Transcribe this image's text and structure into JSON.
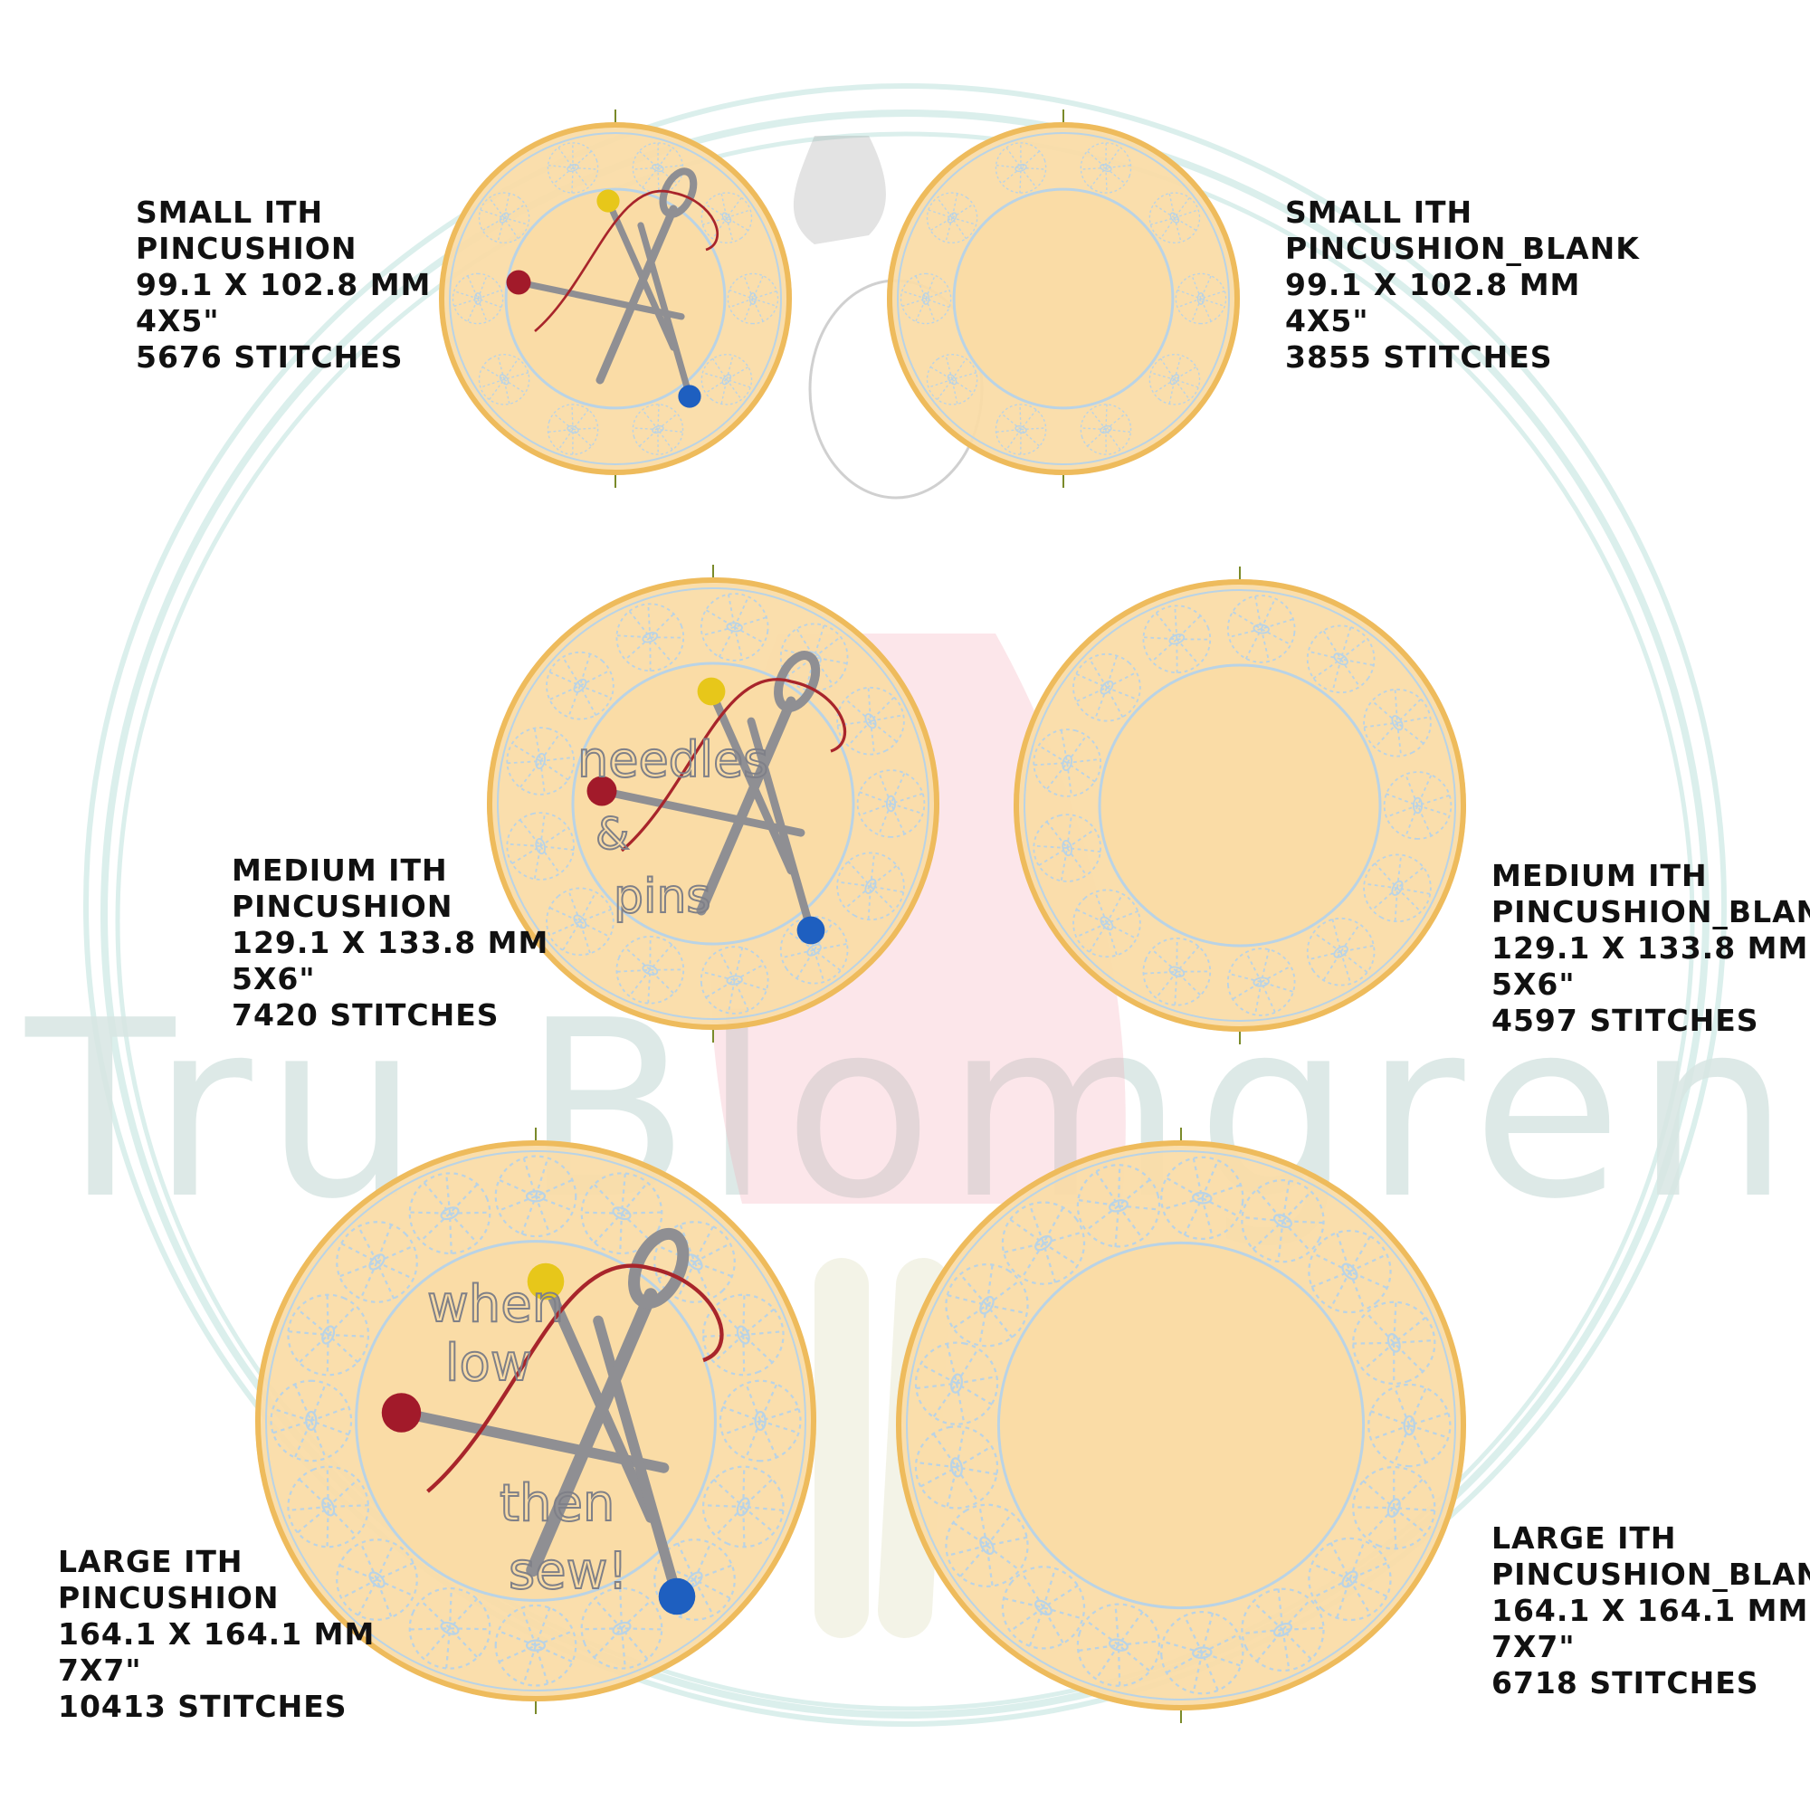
{
  "watermark": {
    "text": "Tru Blomgren"
  },
  "designs": [
    {
      "id": "small",
      "embroidery_text": [],
      "info": [
        "Small ITH",
        "pincushion",
        "99.1 x 102.8 mm",
        "4x5\"",
        "5676 stitches"
      ]
    },
    {
      "id": "small-blank",
      "embroidery_text": [],
      "info": [
        "Small ITH",
        "pincushion_blank",
        "99.1 x 102.8 mm",
        "4x5\"",
        "3855 stitches"
      ]
    },
    {
      "id": "medium",
      "embroidery_text": [
        "needles",
        "&",
        "pins"
      ],
      "info": [
        "Medium ITH",
        "pincushion",
        "129.1 x 133.8 mm",
        "5x6\"",
        "7420 stitches"
      ]
    },
    {
      "id": "medium-blank",
      "embroidery_text": [],
      "info": [
        "Medium ITH",
        "pincushion_blank",
        "129.1 x 133.8 mm",
        "5x6\"",
        "4597 stitches"
      ]
    },
    {
      "id": "large",
      "embroidery_text": [
        "when",
        "low",
        "then",
        "sew!"
      ],
      "info": [
        "Large ITH",
        "pincushion",
        "164.1 x 164.1 mm",
        "7x7\"",
        "10413 stitches"
      ]
    },
    {
      "id": "large-blank",
      "embroidery_text": [],
      "info": [
        "Large ITH",
        "pincushion_blank",
        "164.1 x 164.1 mm",
        "7x7\"",
        "6718 stitches"
      ]
    }
  ],
  "colors": {
    "fabric": "#fadca6",
    "fabric_edge": "#eebb5c",
    "stitch_pattern": "#b9d3e6",
    "watermark": "#cfe9e5",
    "pin_red": "#a21a2a",
    "pin_yellow": "#e7c71a",
    "pin_blue": "#1e5fc0",
    "needle": "#8f8f93",
    "thread": "#a8252b"
  }
}
